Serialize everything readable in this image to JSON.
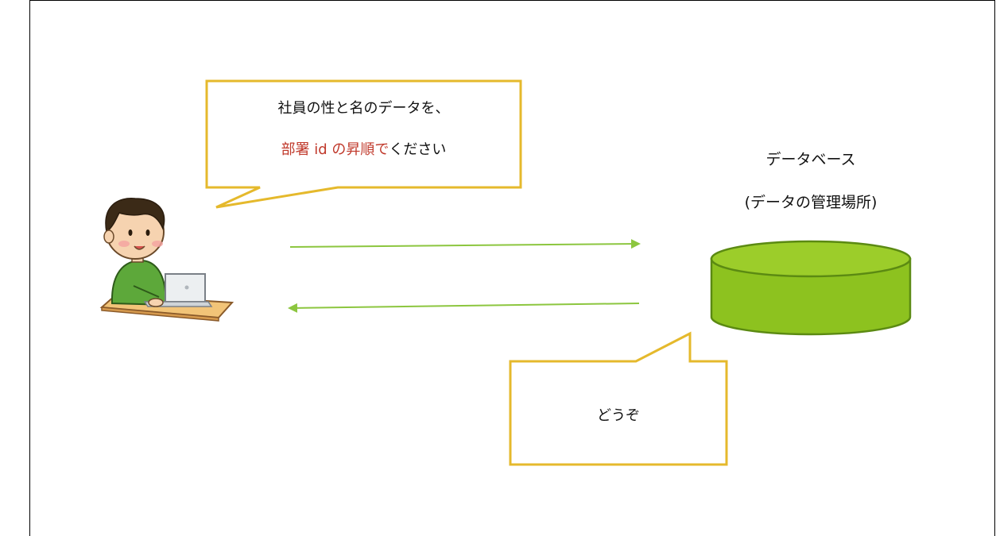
{
  "request_bubble": {
    "line1": "社員の性と名のデータを、",
    "line2_highlight": "部署 id の昇順で",
    "line2_rest": "ください"
  },
  "database": {
    "title": "データベース",
    "subtitle": "(データの管理場所)"
  },
  "reply_bubble": {
    "text": "どうぞ"
  },
  "colors": {
    "bubble_border": "#e5b92c",
    "arrow": "#8cc63f",
    "db_fill": "#8dc21f",
    "db_stroke": "#5b8a12",
    "highlight_text": "#c0392b"
  },
  "icons": {
    "person": "person-at-laptop-icon",
    "database": "database-cylinder-icon"
  }
}
